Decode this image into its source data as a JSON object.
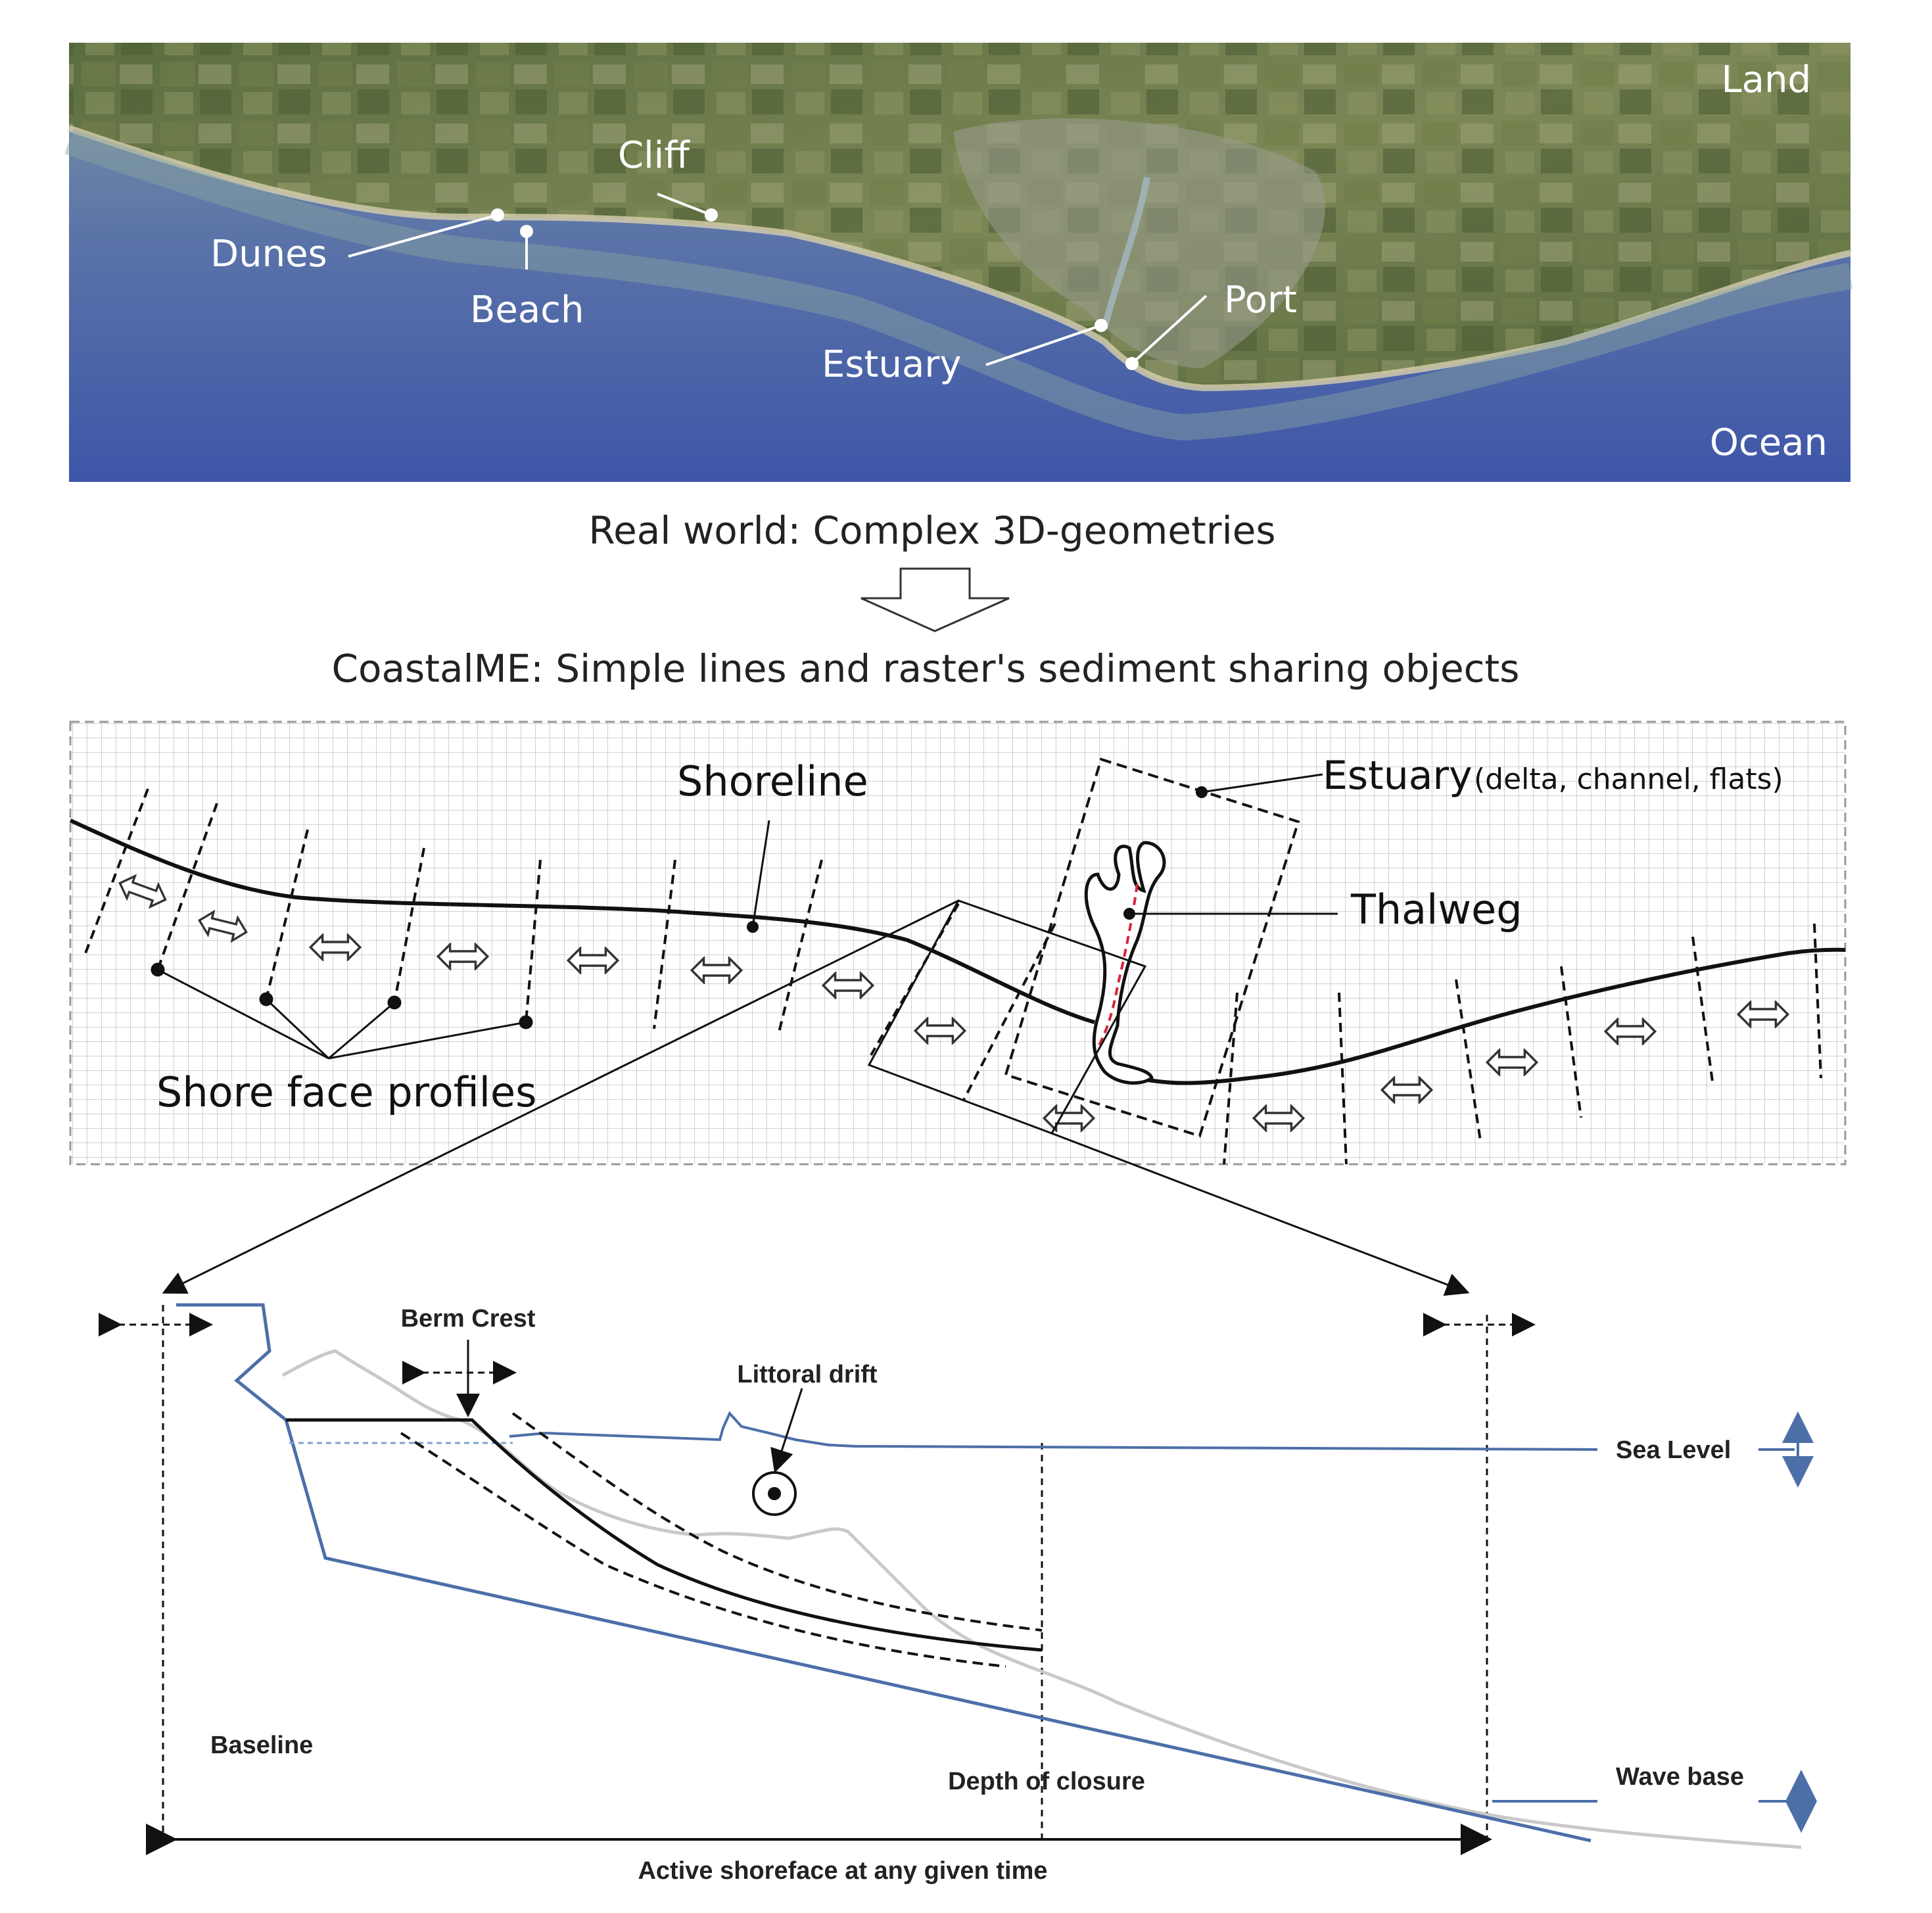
{
  "aerial": {
    "labels": {
      "land": "Land",
      "ocean": "Ocean",
      "dunes": "Dunes",
      "beach": "Beach",
      "cliff": "Cliff",
      "estuary": "Estuary",
      "port": "Port"
    }
  },
  "captions": {
    "real_world": "Real world: Complex 3D-geometries",
    "coastalme": "CoastalME: Simple lines and raster's sediment sharing objects"
  },
  "schematic": {
    "shoreline": "Shoreline",
    "estuary": "Estuary",
    "estuary_note": "(delta, channel, flats)",
    "thalweg": "Thalweg",
    "shore_face_profiles": "Shore face profiles"
  },
  "profile": {
    "berm_crest": "Berm Crest",
    "littoral_drift": "Littoral drift",
    "sea_level": "Sea Level",
    "baseline": "Baseline",
    "depth_of_closure": "Depth of closure",
    "wave_base": "Wave base",
    "active_shoreface": "Active shoreface at any given time"
  },
  "colors": {
    "ocean_deep": "#3e56a8",
    "ocean_shallow": "#6f86a6",
    "land_dark": "#4f6238",
    "land_light": "#8f9a6a",
    "profile_blue": "#4c6fa8",
    "grid": "#bdbdbd"
  }
}
